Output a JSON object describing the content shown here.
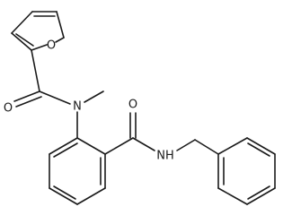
{
  "molecule": {
    "labels": {
      "furan_oxygen": "O",
      "amide1_oxygen": "O",
      "amide1_nitrogen": "N",
      "amide2_oxygen": "O",
      "amide2_nitrogen": "NH"
    },
    "bond_color": "#1a1a1a"
  }
}
